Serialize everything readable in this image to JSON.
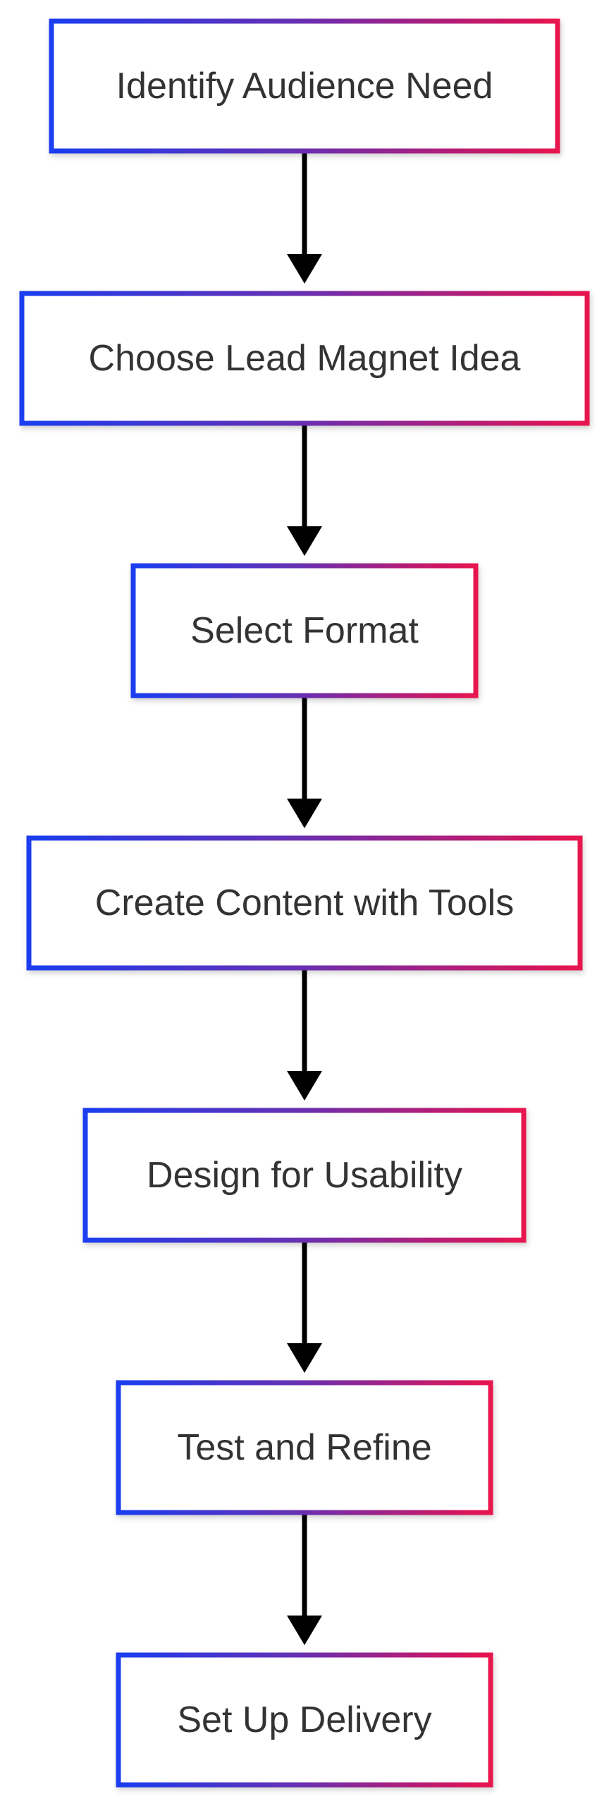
{
  "diagram": {
    "type": "flowchart",
    "direction": "top-to-bottom",
    "colors": {
      "border_start": "#1a3df0",
      "border_mid": "#6a2fb0",
      "border_end": "#e8124e",
      "arrow": "#000000",
      "text": "#333333",
      "background": "#ffffff"
    },
    "nodes": [
      {
        "id": "n1",
        "label": "Identify Audience Need"
      },
      {
        "id": "n2",
        "label": "Choose Lead Magnet Idea"
      },
      {
        "id": "n3",
        "label": "Select Format"
      },
      {
        "id": "n4",
        "label": "Create Content with Tools"
      },
      {
        "id": "n5",
        "label": "Design for Usability"
      },
      {
        "id": "n6",
        "label": "Test and Refine"
      },
      {
        "id": "n7",
        "label": "Set Up Delivery"
      }
    ],
    "edges": [
      {
        "from": "n1",
        "to": "n2"
      },
      {
        "from": "n2",
        "to": "n3"
      },
      {
        "from": "n3",
        "to": "n4"
      },
      {
        "from": "n4",
        "to": "n5"
      },
      {
        "from": "n5",
        "to": "n6"
      },
      {
        "from": "n6",
        "to": "n7"
      }
    ]
  }
}
